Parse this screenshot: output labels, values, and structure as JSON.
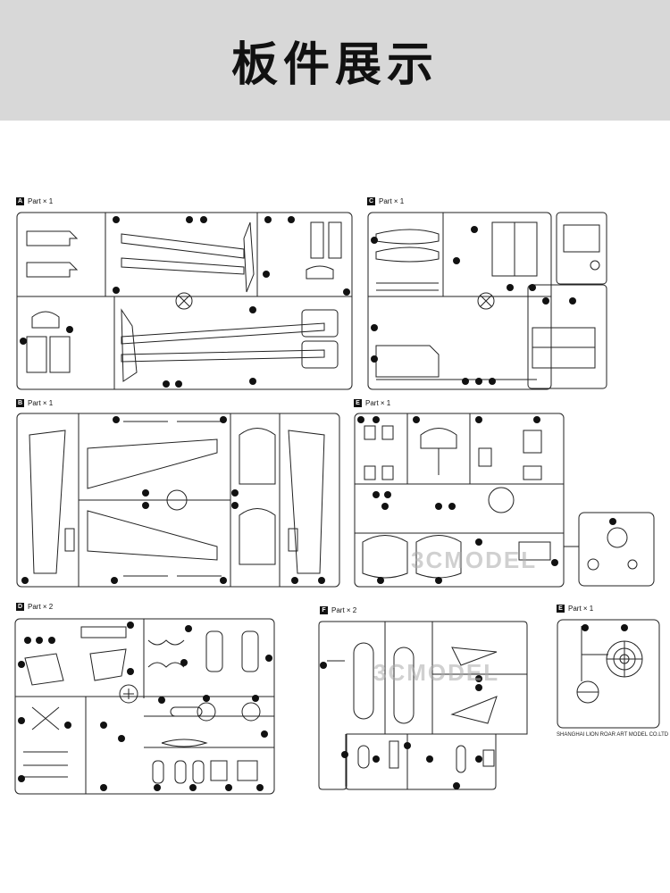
{
  "header": {
    "title": "板件展示"
  },
  "sprues": [
    {
      "id": "A",
      "letter": "A",
      "qty": "Part × 1"
    },
    {
      "id": "C",
      "letter": "C",
      "qty": "Part × 1"
    },
    {
      "id": "B",
      "letter": "B",
      "qty": "Part × 1"
    },
    {
      "id": "E1",
      "letter": "E",
      "qty": "Part × 1"
    },
    {
      "id": "D",
      "letter": "D",
      "qty": "Part × 2"
    },
    {
      "id": "F",
      "letter": "F",
      "qty": "Part × 2"
    },
    {
      "id": "E2",
      "letter": "E",
      "qty": "Part × 1"
    }
  ],
  "watermarks": [
    "3CMODEL",
    "3CMODEL"
  ],
  "manufacturer": "SHANGHAI LION ROAR ART MODEL CO.LTD",
  "colors": {
    "header_bg": "#d8d8d8",
    "line": "#222222",
    "watermark": "#aaaaaa"
  }
}
